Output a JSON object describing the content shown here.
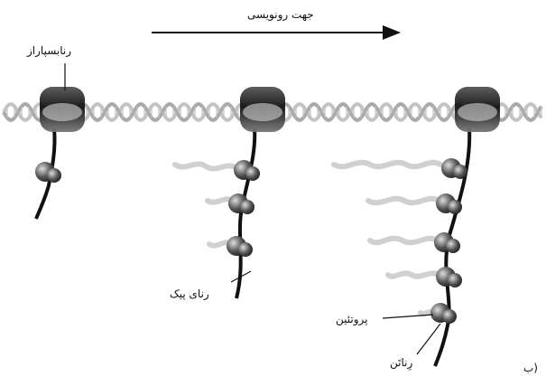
{
  "labels": {
    "direction": "جهت رونویسی",
    "rna_polymerase": "رنابسپاراز",
    "mrna": "رنای پیک",
    "protein": "پروتئین",
    "ribosome": "رِناتَن",
    "panel": "ب)"
  },
  "colors": {
    "dna": "#9a9a9a",
    "polymerase": "#1a1a1a",
    "mrna": "#111111",
    "ribosome": "#3a3a3a",
    "protein": "#c8c8c8"
  }
}
